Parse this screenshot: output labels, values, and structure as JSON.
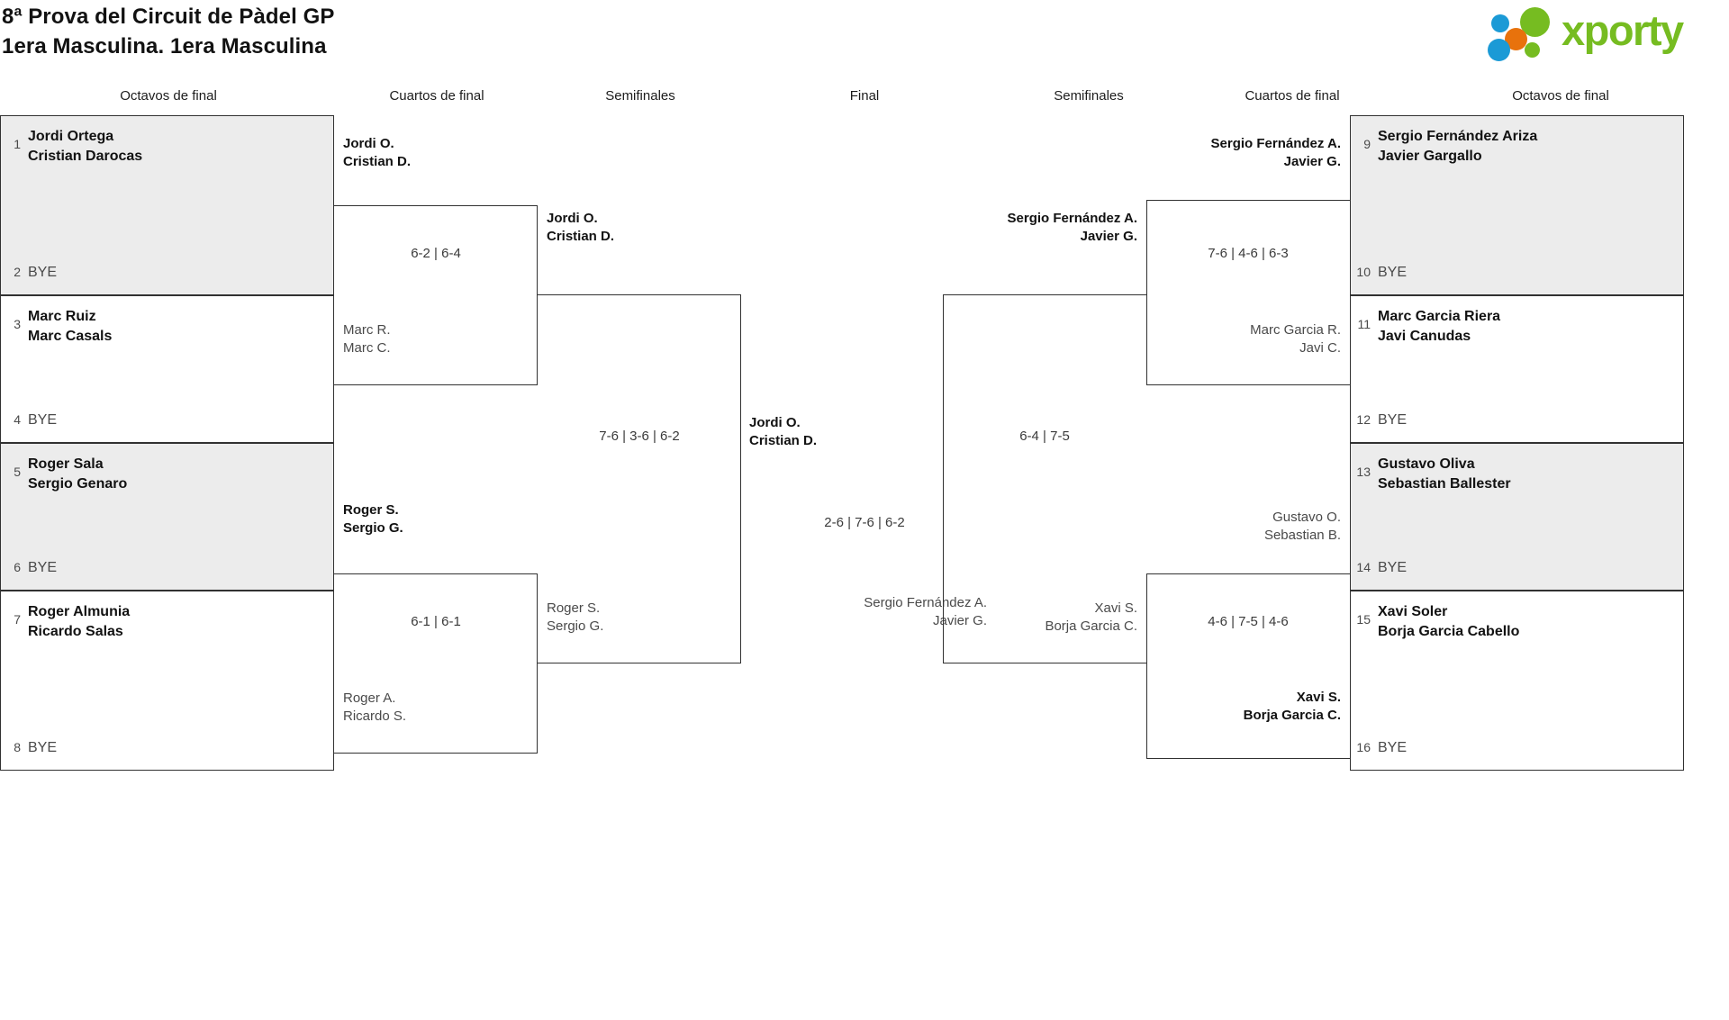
{
  "header": {
    "title_line1": "8ª Prova del Circuit de Pàdel GP",
    "title_line2": "1era Masculina. 1era Masculina",
    "logo_word": "xporty"
  },
  "round_headers": [
    {
      "label": "Octavos de final"
    },
    {
      "label": "Cuartos de final"
    },
    {
      "label": "Semifinales"
    },
    {
      "label": "Final"
    },
    {
      "label": "Semifinales"
    },
    {
      "label": "Cuartos de final"
    },
    {
      "label": "Octavos de final"
    }
  ],
  "left_seeds": [
    {
      "num": "1",
      "p1": "Jordi Ortega",
      "p2": "Cristian Darocas",
      "bye_num": "2",
      "bye": "BYE"
    },
    {
      "num": "3",
      "p1": "Marc Ruiz",
      "p2": "Marc Casals",
      "bye_num": "4",
      "bye": "BYE"
    },
    {
      "num": "5",
      "p1": "Roger Sala",
      "p2": "Sergio Genaro",
      "bye_num": "6",
      "bye": "BYE"
    },
    {
      "num": "7",
      "p1": "Roger Almunia",
      "p2": "Ricardo Salas",
      "bye_num": "8",
      "bye": "BYE"
    }
  ],
  "right_seeds": [
    {
      "num": "9",
      "p1": "Sergio Fernández Ariza",
      "p2": "Javier Gargallo",
      "bye_num": "10",
      "bye": "BYE"
    },
    {
      "num": "11",
      "p1": "Marc Garcia Riera",
      "p2": "Javi Canudas",
      "bye_num": "12",
      "bye": "BYE"
    },
    {
      "num": "13",
      "p1": "Gustavo Oliva",
      "p2": "Sebastian Ballester",
      "bye_num": "14",
      "bye": "BYE"
    },
    {
      "num": "15",
      "p1": "Xavi Soler",
      "p2": "Borja Garcia Cabello",
      "bye_num": "16",
      "bye": "BYE"
    }
  ],
  "left_quarters": [
    {
      "top_l1": "Jordi O.",
      "top_l2": "Cristian D.",
      "top_result": "win",
      "bot_l1": "Marc R.",
      "bot_l2": "Marc C.",
      "bot_result": "lose",
      "score": "6-2 | 6-4"
    },
    {
      "top_l1": "Roger S.",
      "top_l2": "Sergio G.",
      "top_result": "win",
      "bot_l1": "Roger A.",
      "bot_l2": "Ricardo S.",
      "bot_result": "lose",
      "score": "6-1 | 6-1"
    }
  ],
  "left_semi": {
    "top_l1": "Jordi O.",
    "top_l2": "Cristian D.",
    "top_result": "win",
    "bot_l1": "Roger S.",
    "bot_l2": "Sergio G.",
    "bot_result": "lose",
    "score": "7-6 | 3-6 | 6-2"
  },
  "final": {
    "top_l1": "Jordi O.",
    "top_l2": "Cristian D.",
    "top_result": "win",
    "bot_l1": "Sergio Fernández A.",
    "bot_l2": "Javier G.",
    "bot_result": "lose",
    "score": "2-6 | 7-6 | 6-2"
  },
  "right_semi": {
    "top_l1": "Sergio Fernández A.",
    "top_l2": "Javier G.",
    "top_result": "win",
    "bot_l1": "Xavi S.",
    "bot_l2": "Borja Garcia C.",
    "bot_result": "lose",
    "score": "6-4 | 7-5"
  },
  "right_quarters": [
    {
      "top_l1": "Sergio Fernández A.",
      "top_l2": "Javier G.",
      "top_result": "win",
      "bot_l1": "Marc Garcia R.",
      "bot_l2": "Javi C.",
      "bot_result": "lose",
      "score": "7-6 | 4-6 | 6-3"
    },
    {
      "top_l1": "Gustavo O.",
      "top_l2": "Sebastian B.",
      "top_result": "lose",
      "bot_l1": "Xavi S.",
      "bot_l2": "Borja Garcia C.",
      "bot_result": "win",
      "score": "4-6 | 7-5 | 4-6"
    }
  ]
}
